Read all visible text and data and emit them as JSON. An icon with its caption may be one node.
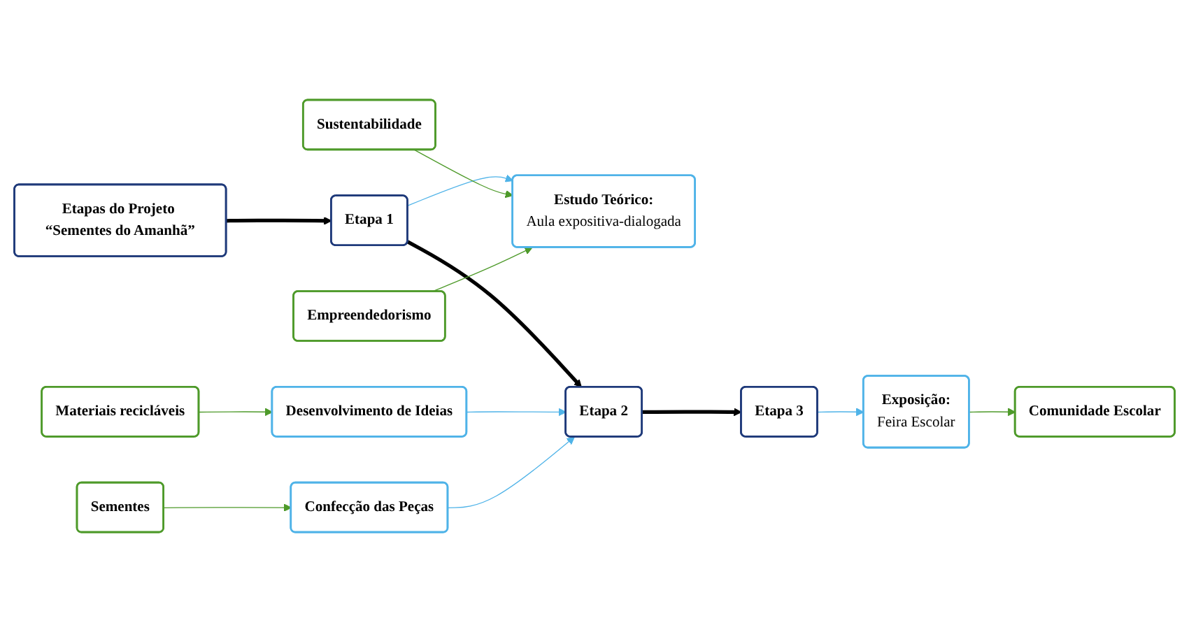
{
  "diagram": {
    "nodes": [
      {
        "text": [
          "Etapas do Projeto “Sementes do Amanhã”"
        ]
      },
      {
        "text": [
          "Etapa 1"
        ]
      },
      {
        "text": [
          "Estudo Teórico:",
          "Aula expositiva-dialogada"
        ]
      },
      {
        "text": [
          "Sustentabilidade"
        ]
      },
      {
        "text": [
          "Empreendedorismo"
        ]
      },
      {
        "text": [
          "Etapa 2"
        ]
      },
      {
        "text": [
          "Desenvolvimento de Ideias"
        ]
      },
      {
        "text": [
          "Confecção das Peças"
        ]
      },
      {
        "text": [
          "Materiais recicláveis"
        ]
      },
      {
        "text": [
          "Sementes"
        ]
      },
      {
        "text": [
          "Etapa 3"
        ]
      },
      {
        "text": [
          "Exposição:",
          "Feira Escolar"
        ]
      },
      {
        "text": [
          "Comunidade Escolar"
        ]
      }
    ],
    "edges": [
      {
        "from": 0,
        "to": 1,
        "arrow": "to",
        "style": "thick",
        "color": "#000000"
      },
      {
        "from": 1,
        "to": 5,
        "arrow": "to",
        "style": "thick",
        "color": "#000000"
      },
      {
        "from": 5,
        "to": 10,
        "arrow": "to",
        "style": "thick",
        "color": "#000000"
      },
      {
        "from": 1,
        "to": 2,
        "arrow": "to",
        "color": "#4fb3e8"
      },
      {
        "from": 3,
        "to": 2,
        "arrow": "to",
        "color": "#4e9a2a"
      },
      {
        "from": 4,
        "to": 2,
        "arrow": "to",
        "color": "#4e9a2a"
      },
      {
        "from": 6,
        "to": 5,
        "arrow": "to",
        "color": "#4fb3e8"
      },
      {
        "from": 7,
        "to": 5,
        "arrow": "to",
        "color": "#4fb3e8"
      },
      {
        "from": 8,
        "to": 6,
        "arrow": "to",
        "color": "#4e9a2a"
      },
      {
        "from": 9,
        "to": 7,
        "arrow": "to",
        "color": "#4e9a2a"
      },
      {
        "from": 10,
        "to": 11,
        "arrow": "to",
        "color": "#4fb3e8"
      },
      {
        "from": 11,
        "to": 12,
        "arrow": "to",
        "color": "#4e9a2a"
      }
    ]
  }
}
